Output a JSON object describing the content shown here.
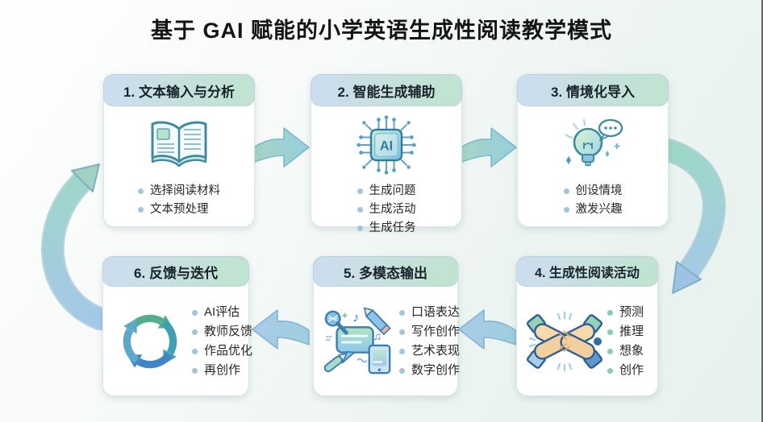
{
  "title": "基于 GAI 赋能的小学英语生成性阅读教学模式",
  "cards": [
    {
      "title": "1. 文本输入与分析",
      "icon": "open-book-icon",
      "bullets": [
        "选择阅读材料",
        "文本预处理"
      ]
    },
    {
      "title": "2. 智能生成辅助",
      "icon": "ai-chip-icon",
      "icon_label": "AI",
      "bullets": [
        "生成问题",
        "生成活动",
        "生成任务"
      ]
    },
    {
      "title": "3. 情境化导入",
      "icon": "lightbulb-icon",
      "bullets": [
        "创设情境",
        "激发兴趣"
      ]
    },
    {
      "title": "4. 生成性阅读活动",
      "icon": "hands-together-icon",
      "bullets": [
        "预测",
        "推理",
        "想象",
        "创作"
      ]
    },
    {
      "title": "5. 多模态输出",
      "icon": "multimodal-icon",
      "icon_glyphs": {
        "note": "♪",
        "beamed_note": "♫"
      },
      "bullets": [
        "口语表达",
        "写作创作",
        "艺术表现",
        "数字创作"
      ]
    },
    {
      "title": "6. 反馈与迭代",
      "icon": "cycle-arrows-icon",
      "bullets": [
        "AI评估",
        "教师反馈",
        "作品优化",
        "再创作"
      ]
    }
  ],
  "flow": [
    {
      "from": 1,
      "to": 2
    },
    {
      "from": 2,
      "to": 3
    },
    {
      "from": 3,
      "to": 4
    },
    {
      "from": 4,
      "to": 5
    },
    {
      "from": 5,
      "to": 6
    },
    {
      "from": 6,
      "to": 1
    }
  ],
  "colors": {
    "header_gradient_start": "#cdddf1",
    "header_gradient_end": "#c0e4d0",
    "arrow_teal": "#9ed7c8",
    "arrow_blue": "#a5c8ea",
    "icon_outline_teal": "#3c8ba1",
    "background_tint": "#e9f3ef",
    "card_background": "#ffffff"
  }
}
